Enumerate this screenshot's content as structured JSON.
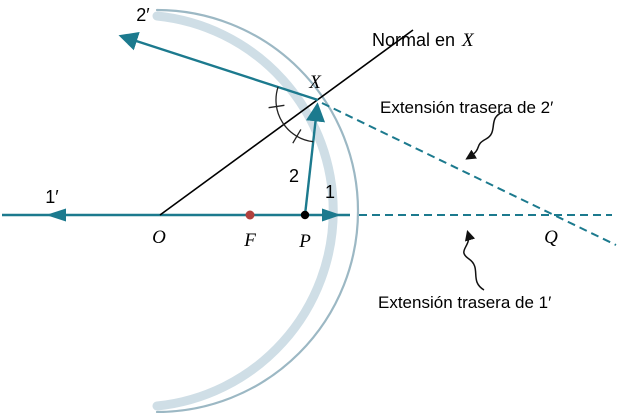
{
  "diagram": {
    "kind": "convex-mirror-ray-diagram",
    "labels": {
      "ray_2_prime": "2′",
      "ray_1_prime": "1′",
      "ray_1": "1",
      "ray_2": "2",
      "normal_prefix": "Normal en",
      "normal_point": "X",
      "extension_2": "Extensión trasera de 2′",
      "extension_1": "Extensión trasera de 1′"
    },
    "points": {
      "O": "O",
      "F": "F",
      "P": "P",
      "Q": "Q",
      "X": "X"
    },
    "colors": {
      "ray": "#1c7a8e",
      "normal_line": "#000000",
      "mirror_band": "#cfdee6",
      "mirror_edge": "#9cb8c4",
      "focal_point": "#b0413e",
      "vertex_point": "#000000",
      "text": "#000000",
      "background": "#ffffff"
    }
  }
}
